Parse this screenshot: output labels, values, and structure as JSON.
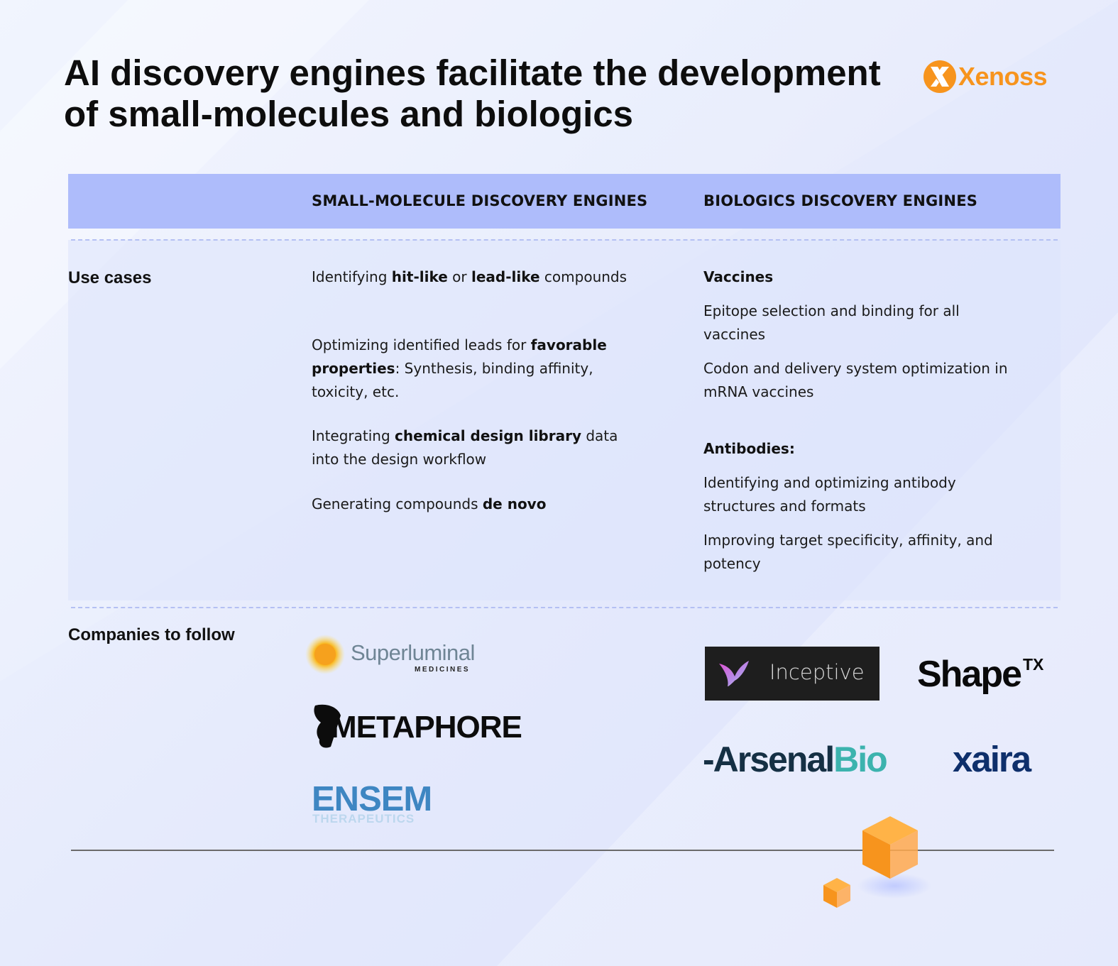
{
  "title": "AI discovery engines facilitate the development of small-molecules and biologics",
  "brand": {
    "name": "Xenoss",
    "color": "#f7941d",
    "icon": "xenoss-logo-icon"
  },
  "columns": {
    "small_molecule": "SMALL-MOLECULE DISCOVERY ENGINES",
    "biologics": "BIOLOGICS DISCOVERY ENGINES"
  },
  "rows": {
    "use_cases": "Use cases",
    "companies": "Companies to follow"
  },
  "small_molecule_use_cases": [
    {
      "parts": [
        "Identifying ",
        "hit-like",
        " or ",
        "lead-like",
        " compounds"
      ]
    },
    {
      "parts": [
        "Optimizing identified leads for ",
        "favorable properties",
        ": Synthesis, binding affinity, toxicity, etc."
      ]
    },
    {
      "parts": [
        "Integrating ",
        "chemical design library",
        " data into the design workflow"
      ]
    },
    {
      "parts": [
        "Generating compounds ",
        "de novo"
      ]
    }
  ],
  "biologics": {
    "vaccines": {
      "heading": "Vaccines",
      "items": [
        "Epitope selection and binding for all vaccines",
        "Codon and delivery system optimization in mRNA vaccines"
      ]
    },
    "antibodies": {
      "heading": "Antibodies:",
      "items": [
        "Identifying and optimizing antibody structures and formats",
        "Improving target specificity, affinity, and potency"
      ]
    }
  },
  "companies": {
    "superluminal": {
      "name": "Superluminal",
      "sub": "MEDICINES"
    },
    "metaphore": {
      "name": "METAPHORE"
    },
    "ensem": {
      "name": "ENSEM",
      "sub": "THERAPEUTICS"
    },
    "inceptive": {
      "name": "Inceptive"
    },
    "shape": {
      "name": "Shape",
      "sup": "TX"
    },
    "arsenal": {
      "dash": "-",
      "a": "Arsenal",
      "b": "Bio"
    },
    "xaira": {
      "name": "xaira"
    }
  },
  "colors": {
    "header_band": "#aebcfb",
    "accent_orange": "#f7941d",
    "ensem_blue": "#3e86c2",
    "arsenal_teal": "#3cb3ae",
    "xaira_navy": "#0e2f6b"
  }
}
